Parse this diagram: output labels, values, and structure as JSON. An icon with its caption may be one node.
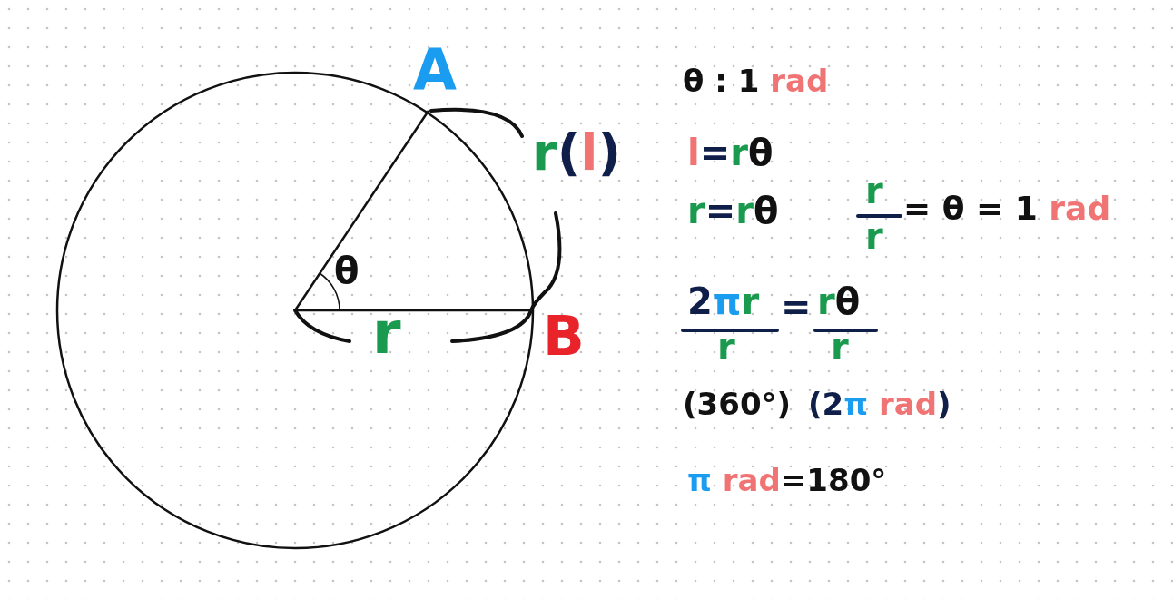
{
  "diagram": {
    "labels": [
      "A",
      "θ : 1 rad",
      "r(l)",
      "l=rθ",
      "r",
      "r=rθ",
      "= θ = 1 rad",
      "r",
      "θ",
      "2πr",
      "=",
      "rθ",
      "r",
      "B",
      "r",
      "r",
      "(360°)",
      "(2π rad)",
      "π rad=180°"
    ]
  }
}
